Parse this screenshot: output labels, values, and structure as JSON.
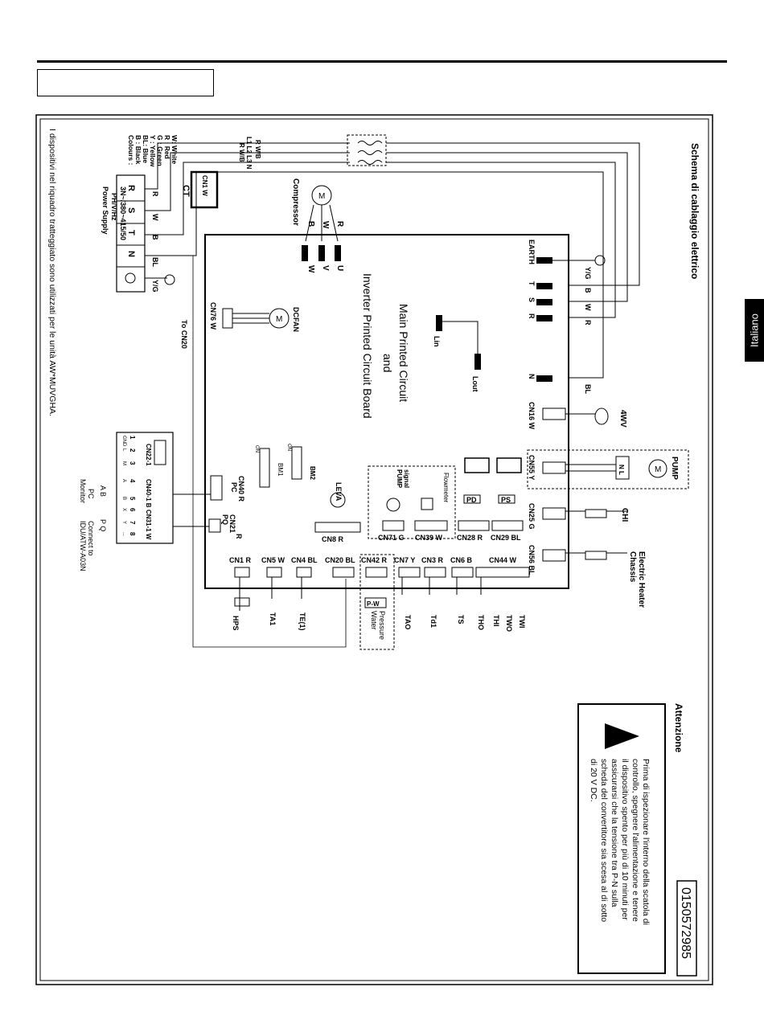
{
  "side_tab": "Italiano",
  "diagram_title": "Schema di cablaggio elettrico",
  "board_labels": [
    "Main Printed Circuit",
    "and",
    "Inverter Printed Circuit Board"
  ],
  "doc_number": "0150572985",
  "footnote": "I dispositivi nel riquadro tratteggiato sono utilizzati per le unità AW*MUVGHA.",
  "attention": {
    "title": "Attenzione",
    "text": [
      "Prima di ispezionare l'interno della scatola di",
      "controllo, spegnere l'alimentazione e tenere",
      "il dispositivo spento per più di 10 minuti per",
      "assicurarsi che la tensione tra P-N sulla",
      "scheda del convertitore sia scesa al di sotto",
      "di 20 V DC."
    ]
  },
  "colours": [
    "Colours :",
    "B : Black",
    "BL: Blue",
    "Y : Yellow",
    "G : Green",
    "R : Red",
    "W: White"
  ],
  "power_supply": [
    "Power Supply",
    "PH/V/Hz",
    "3N~/380~415/50"
  ],
  "terminals": [
    "R",
    "S",
    "T",
    "N"
  ],
  "supply_wires": [
    "R",
    "W",
    "B",
    "BL",
    "Y/G"
  ],
  "filter_labels": [
    "R W/B",
    "L1 L2 L3 N",
    "R W/B"
  ],
  "ct": {
    "label": "CT",
    "conn": "CN1 W"
  },
  "compressor": {
    "label": "Compressor",
    "wires": [
      "R",
      "W",
      "B"
    ],
    "phases": [
      "U",
      "V",
      "W"
    ]
  },
  "dcfan": {
    "label": "DCFAN",
    "conn": "CN76 W"
  },
  "to_cn20": "To CN20",
  "power_terms": {
    "earth": {
      "pin": "EARTH",
      "wire": "Y/G"
    },
    "t": {
      "pin": "T",
      "wire": "B"
    },
    "s": {
      "pin": "S",
      "wire": "W"
    },
    "r": {
      "pin": "R",
      "wire": "R"
    },
    "n": {
      "pin": "N",
      "wire": "BL"
    }
  },
  "lin": "Lin",
  "lout": "Lout",
  "cn16": "CN16 W",
  "fourww": "4WV",
  "pump": {
    "label": "PUMP",
    "conn": "CN55 Y",
    "nl": "N L"
  },
  "cn25": {
    "conn": "CN25 G",
    "label": "CHI"
  },
  "cn56": {
    "conn": "CN56 BL",
    "label": [
      "Chassis",
      "Electric Heater"
    ]
  },
  "flowmeter": "Flowmeter",
  "pump_signal": [
    "PUMP",
    "signal"
  ],
  "pd": "PD",
  "ps": "PS",
  "cn71": "CN71 G",
  "cn39": "CN39 W",
  "cn28": "CN28 R",
  "cn29": "CN29 BL",
  "bm1": "BM1",
  "bm2": "BM2",
  "on": "ON",
  "leva": "LEVA",
  "cn8": "CN8  R",
  "cn40": [
    "CN40 R",
    "PC"
  ],
  "cn21": [
    "CN21",
    "PQ",
    "R"
  ],
  "terminal_strip": {
    "title": "CN22-1",
    "numbers": [
      "1",
      "2",
      "3",
      "4",
      "5",
      "6",
      "7",
      "8"
    ],
    "codes": [
      "GND",
      "L",
      "M",
      "A",
      "B",
      "X",
      "Y",
      "..."
    ],
    "groups": [
      "CN40-1 B",
      "CN31-1 W"
    ]
  },
  "pc_label": "PC",
  "pq_label": "P Q",
  "ab_label": "A B",
  "monitor": "Monitor",
  "connect_to": [
    "Connect to",
    "IDU/ATW-A03N"
  ],
  "bottom_conns": [
    "CN1 R",
    "CN5 W",
    "CN4 BL",
    "CN20 BL",
    "CN42 R",
    "CN7 Y",
    "CN3 R",
    "CN6 B",
    "CN44 W"
  ],
  "sensors": [
    "HPS",
    "TA1",
    "TE(1)",
    "TAO",
    "Td1",
    "TS",
    "THO",
    "THI",
    "TWO",
    "TWI"
  ],
  "pw": "P-W",
  "water_pressure": [
    "Water",
    "Pressure"
  ]
}
